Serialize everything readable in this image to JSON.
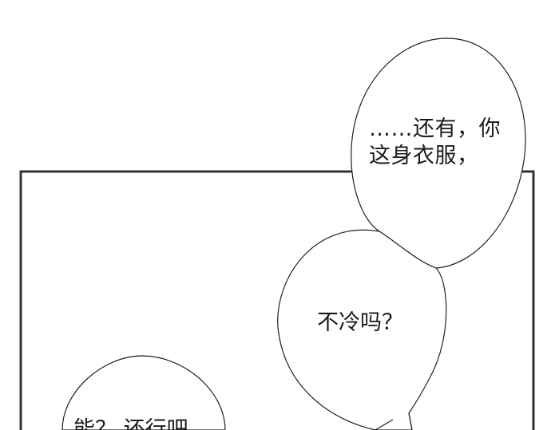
{
  "comic_panel": {
    "bubbles": [
      {
        "line1": "……还有，你",
        "line2": "这身衣服，"
      },
      {
        "text": "不冷吗？"
      },
      {
        "text": "能？ 还行吧"
      }
    ],
    "colors": {
      "background": "#ffffff",
      "ink": "#1a1a1a",
      "panel_border": "#333333"
    }
  }
}
